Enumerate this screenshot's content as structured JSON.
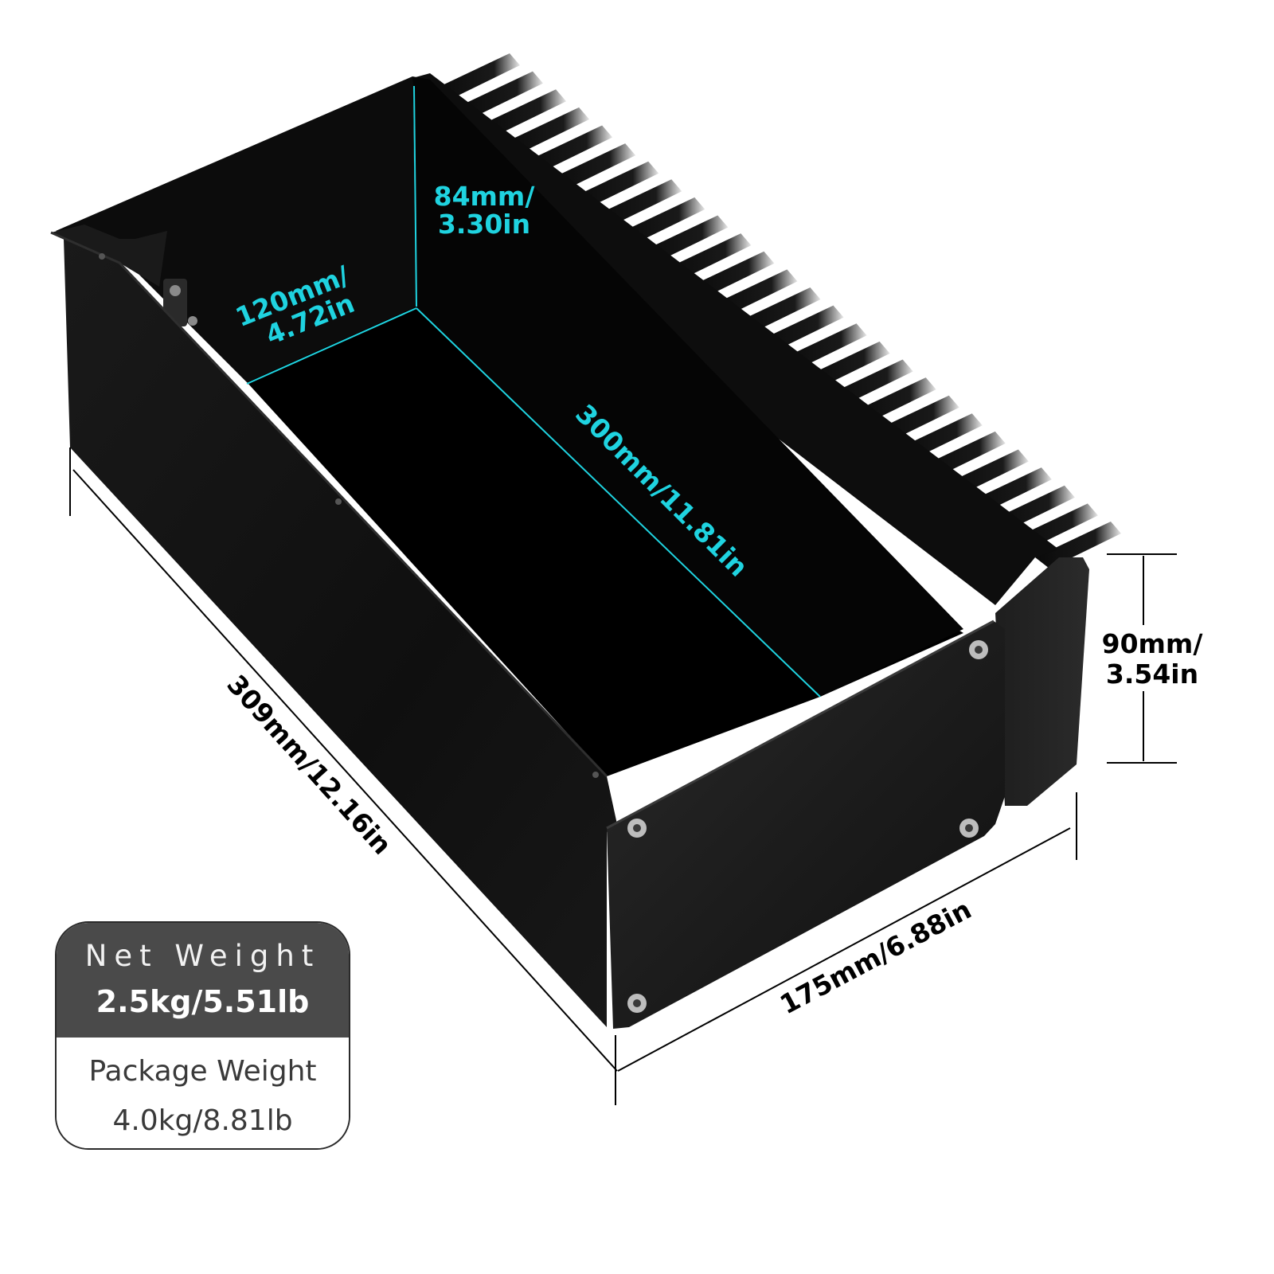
{
  "dimensions": {
    "inner_width": "120mm/\n4.72in",
    "inner_width_line1": "120mm/",
    "inner_width_line2": "4.72in",
    "inner_depth_line1": "84mm/",
    "inner_depth_line2": "3.30in",
    "inner_length": "300mm/11.81in",
    "outer_length": "309mm/12.16in",
    "outer_width": "175mm/6.88in",
    "height_line1": "90mm/",
    "height_line2": "3.54in"
  },
  "weights": {
    "net_label": "Net Weight",
    "net_value": "2.5kg/5.51lb",
    "package_label": "Package Weight",
    "package_value": "4.0kg/8.81lb"
  },
  "colors": {
    "accent_cyan": "#1fd3e0",
    "enclosure_black": "#111111",
    "card_dark": "#4a4a4a"
  }
}
